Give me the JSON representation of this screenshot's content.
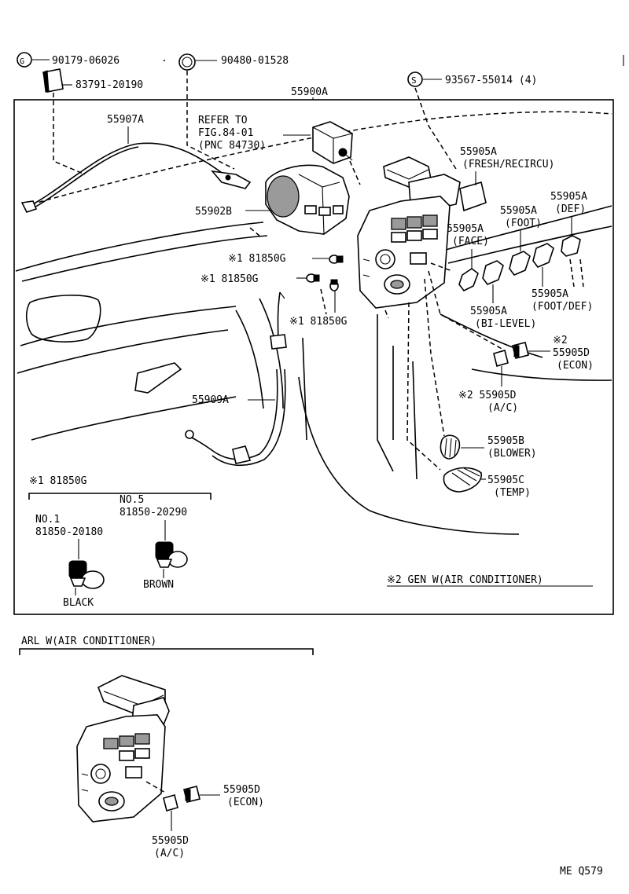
{
  "labels": {
    "p90179": "90179-06026",
    "p90480": "90480-01528",
    "p83791": "83791-20190",
    "p93567": "93567-55014 (4)",
    "p55900A": "55900A",
    "p55907A": "55907A",
    "refer1": "REFER TO",
    "refer2": "FIG.84-01",
    "refer3": "(PNC 84730)",
    "p55902B": "55902B",
    "fresh_no": "55905A",
    "fresh_nm": "(FRESH/RECIRCU)",
    "def_no": "55905A",
    "def_nm": "(DEF)",
    "foot_no": "55905A",
    "foot_nm": "(FOOT)",
    "face_no": "55905A",
    "face_nm": "(FACE)",
    "footdef_no": "55905A",
    "footdef_nm": "(FOOT/DEF)",
    "bilevel_no": "55905A",
    "bilevel_nm": "(BI-LEVEL)",
    "bulb1": "※1 81850G",
    "bulb2": "※1 81850G",
    "bulb3": "※1 81850G",
    "econ_star": "※2",
    "econ_no": "55905D",
    "econ_nm": "(ECON)",
    "ac_no": "※2 55905D",
    "ac_nm": "(A/C)",
    "p55909A": "55909A",
    "blower_no": "55905B",
    "blower_nm": "(BLOWER)",
    "temp_no": "55905C",
    "temp_nm": "(TEMP)",
    "bulb_group": "※1 81850G",
    "no5_title": "NO.5",
    "no5_part": "81850-20290",
    "no1_title": "NO.1",
    "no1_part": "81850-20180",
    "brown": "BROWN",
    "black": "BLACK",
    "gen_note": "※2 GEN W(AIR CONDITIONER)",
    "arl_note": "ARL W(AIR CONDITIONER)",
    "arl_econ_no": "55905D",
    "arl_econ_nm": "(ECON)",
    "arl_ac_no": "55905D",
    "arl_ac_nm": "(A/C)",
    "fig_code": "ME Q579"
  }
}
